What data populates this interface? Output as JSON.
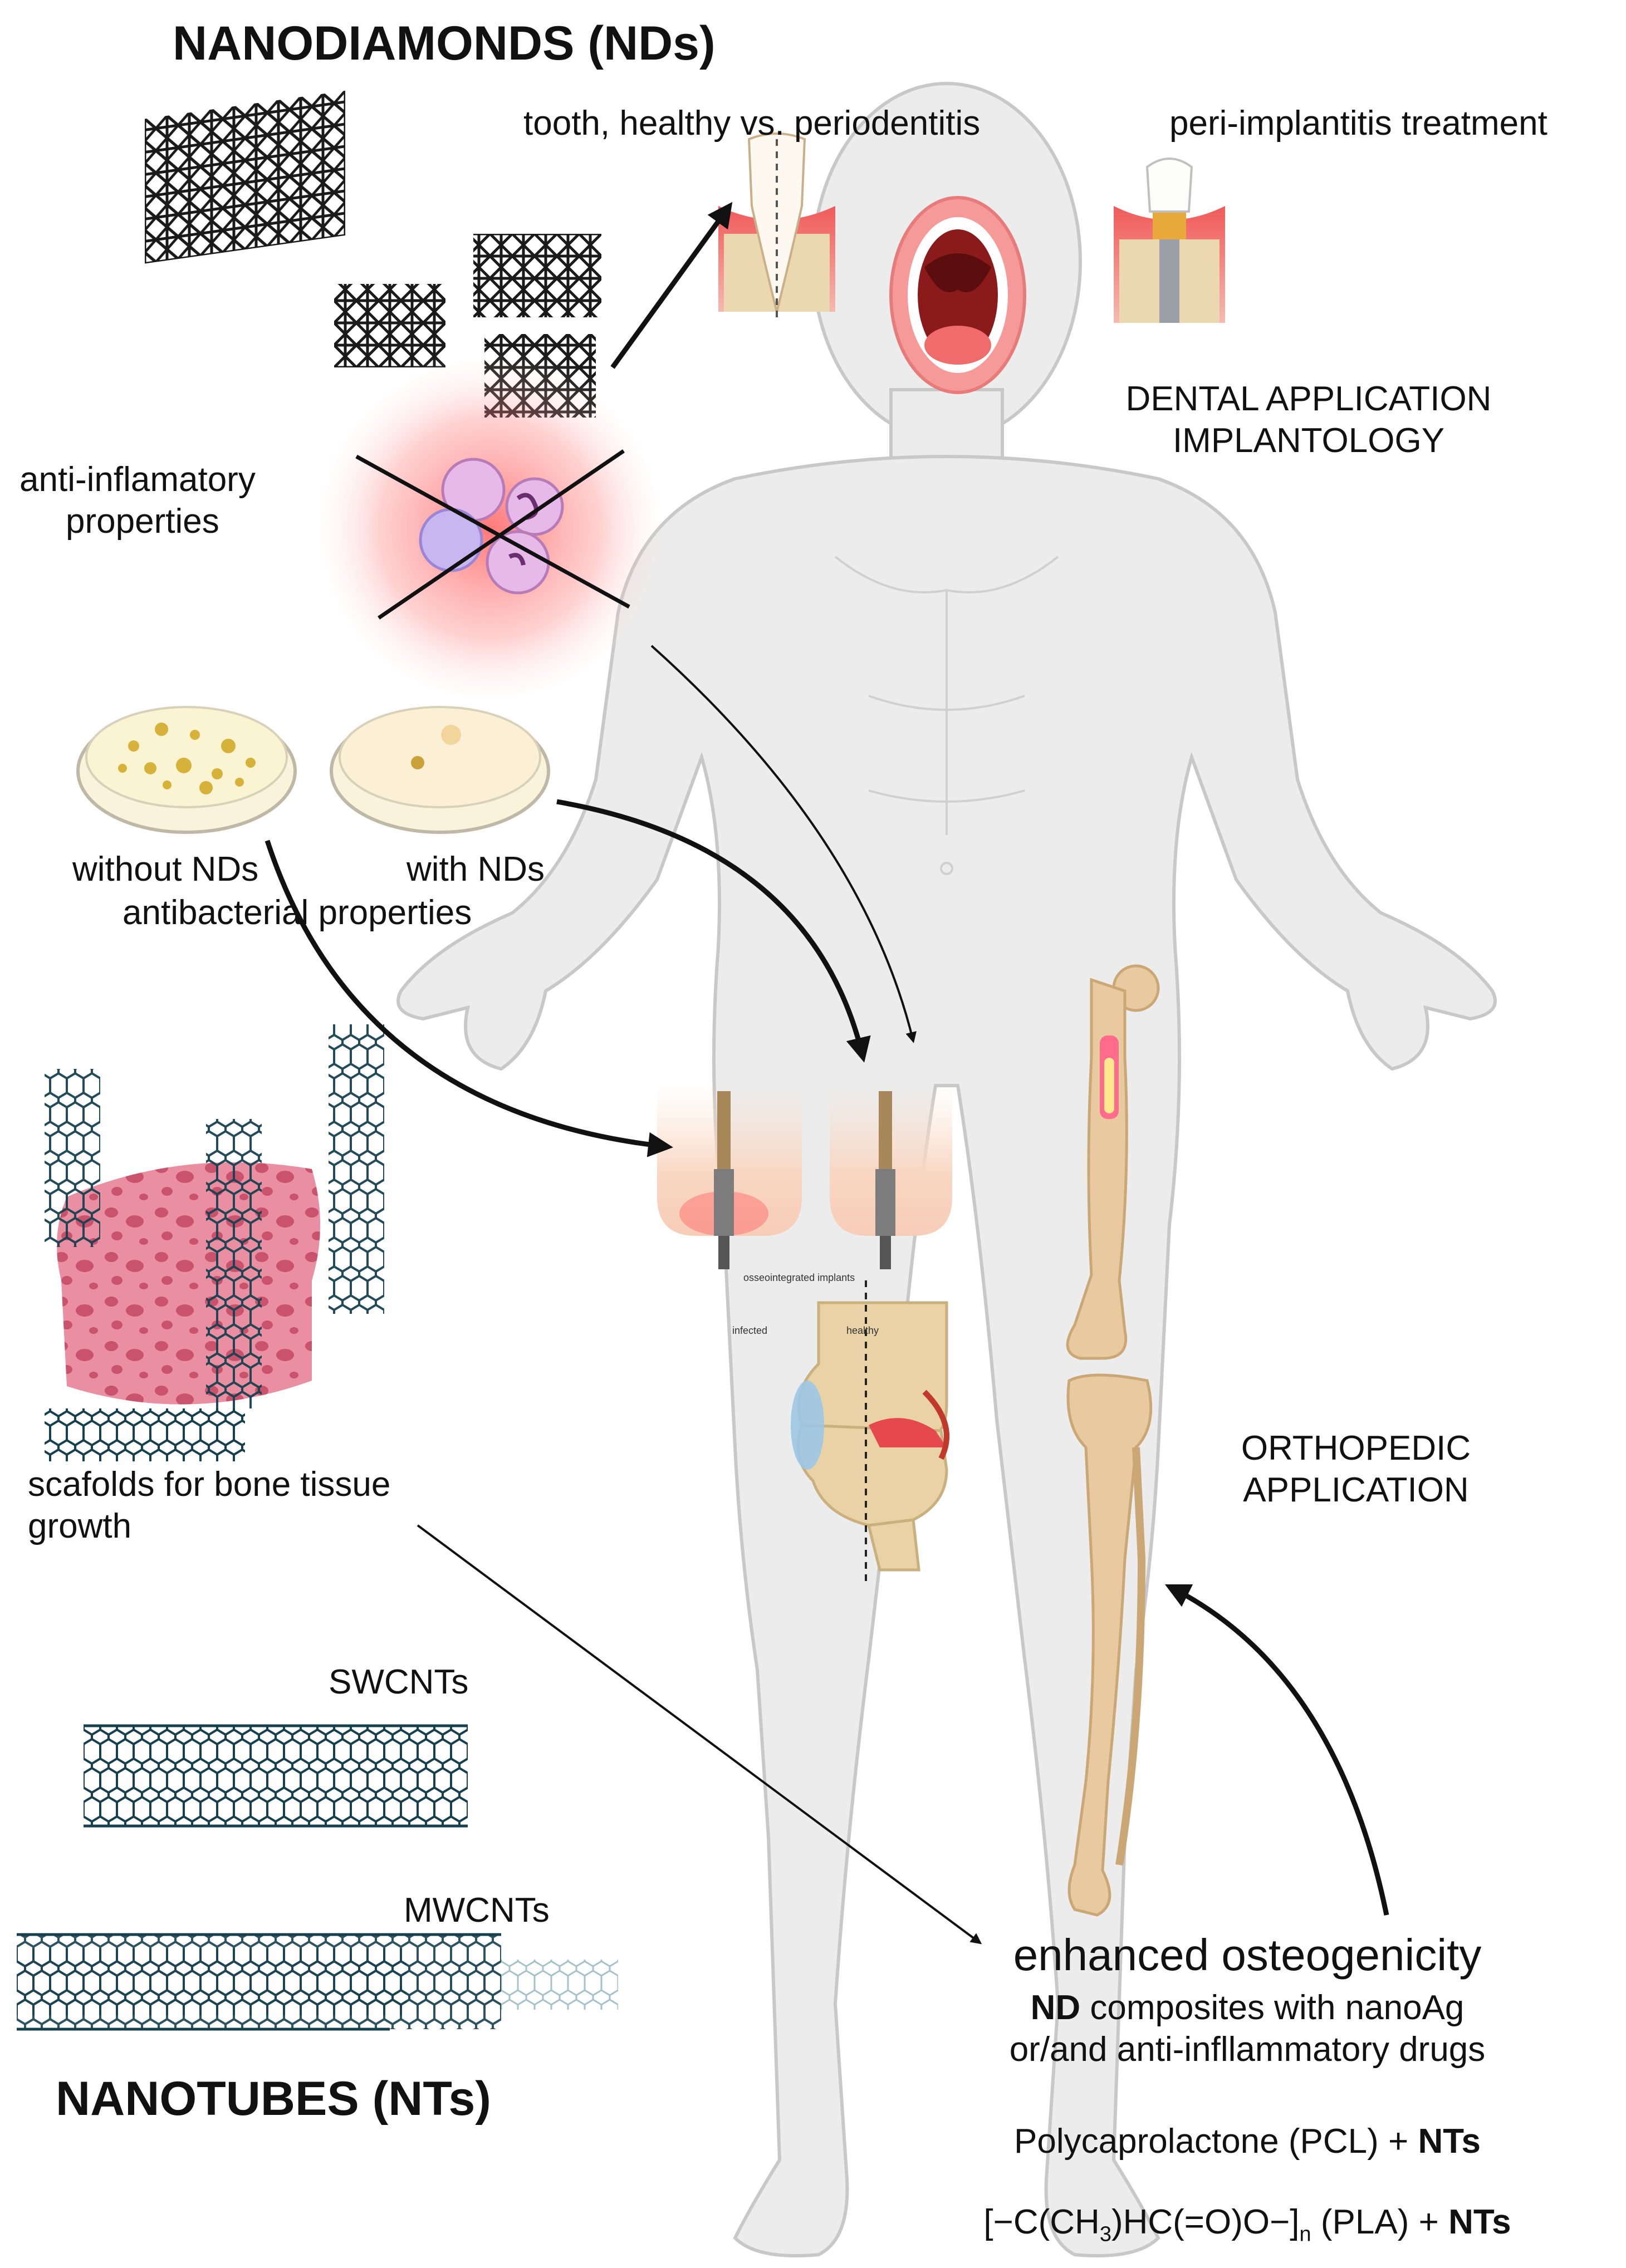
{
  "nd": {
    "title": "NANODIAMONDS (NDs)",
    "anti_inflam": [
      "anti-inflamatory",
      "properties"
    ],
    "dishes": {
      "without": "without NDs",
      "with": "with NDs",
      "caption": "antibacterial properties"
    }
  },
  "dental": {
    "tooth": "tooth, healthy vs. periodentitis",
    "peri": "peri-implantitis treatment",
    "app": [
      "DENTAL APPLICATION",
      "IMPLANTOLOGY"
    ]
  },
  "knee": {
    "implants": "osseointegrated implants",
    "infected": "infected",
    "healthy": "healthy"
  },
  "ortho": [
    "ORTHOPEDIC",
    "APPLICATION"
  ],
  "scaffold": [
    "scafolds for bone tissue",
    "growth"
  ],
  "nt": {
    "sw": "SWCNTs",
    "mw": "MWCNTs",
    "title": "NANOTUBES (NTs)"
  },
  "osteo": {
    "title": "enhanced osteogenicity",
    "l1_bold": "ND",
    "l1_rest": " composites with nanoAg",
    "l2": "or/and anti-infllammatory drugs",
    "pcl": "Polycaprolactone (PCL) + ",
    "pcl_bold": "NTs",
    "pla_a": "[−C(CH",
    "pla_sub1": "3",
    "pla_b": ")HC(=O)O−]",
    "pla_sub2": "n",
    "pla_c": " (PLA) + ",
    "pla_bold": "NTs"
  },
  "colors": {
    "body": "#ececec",
    "bone": "#e8c9a0",
    "gum": "#f0a8a8",
    "pink_scaffold": "#ea8fa2",
    "tube": "#17404f",
    "inflammation": "#ff4c4c"
  }
}
